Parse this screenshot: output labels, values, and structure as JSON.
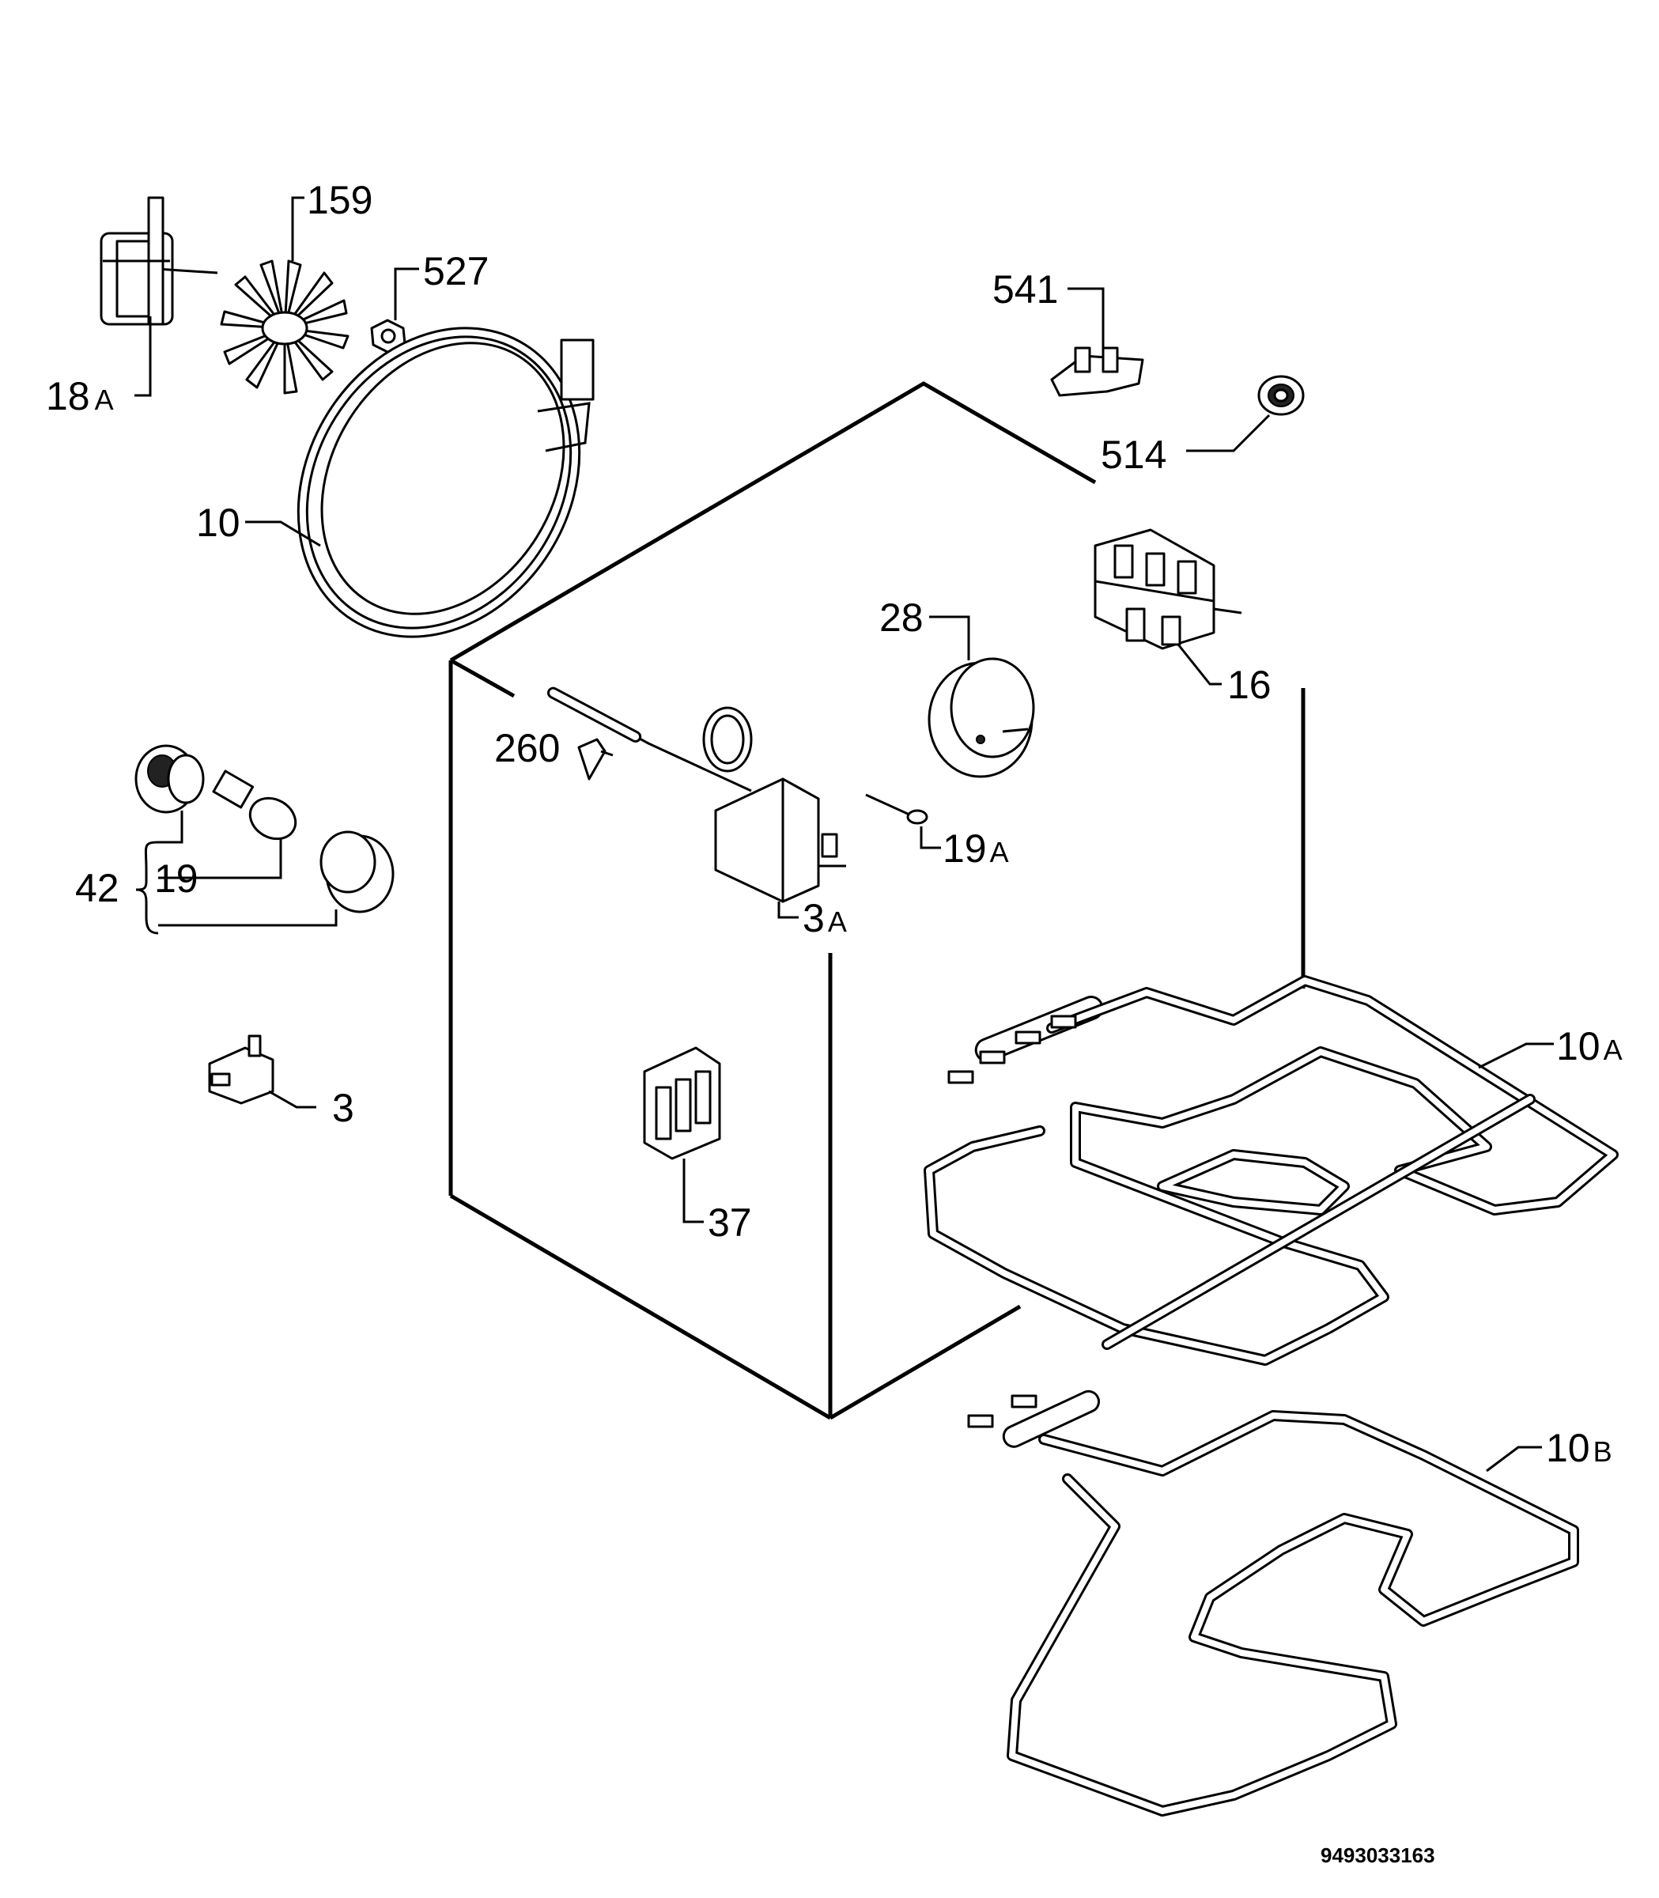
{
  "labels": {
    "l18A": "18",
    "l18A_sub": "A",
    "l159": "159",
    "l527": "527",
    "l10": "10",
    "l541": "541",
    "l514": "514",
    "l28": "28",
    "l16": "16",
    "l260": "260",
    "l19A": "19",
    "l19A_sub": "A",
    "l42": "42",
    "l19": "19",
    "l3A": "3",
    "l3A_sub": "A",
    "l3": "3",
    "l37": "37",
    "l10A": "10",
    "l10A_sub": "A",
    "l10B": "10",
    "l10B_sub": "B"
  },
  "diagram_code": "9493033163"
}
